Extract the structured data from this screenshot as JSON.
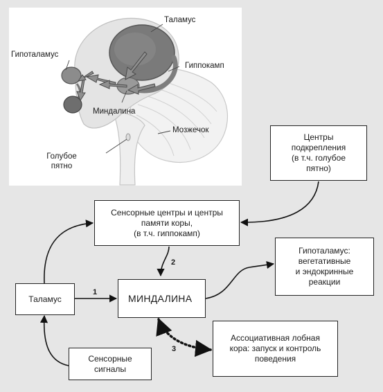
{
  "brain": {
    "labels": {
      "thalamus": "Таламус",
      "hypothalamus": "Гипоталамус",
      "hippocampus": "Гиппокамп",
      "amygdala": "Миндалина",
      "cerebellum": "Мозжечок",
      "locus_line1": "Голубое",
      "locus_line2": "пятно"
    }
  },
  "diagram": {
    "reinforcement": "Центры\nподкрепления\n(в т.ч. голубое\nпятно)",
    "sensory_cortex": "Сенсорные центры и центры\nпамяти коры,\n(в т.ч. гиппокамп)",
    "hypothalamus_out": "Гипоталамус:\nвегетативные\nи эндокринные\nреакции",
    "thalamus": "Таламус",
    "amygdala": "МИНДАЛИНА",
    "frontal": "Ассоциативная лобная\nкора: запуск и контроль\nповедения",
    "sensory_signals": "Сенсорные\nсигналы",
    "step1": "1",
    "step2": "2",
    "step3": "3"
  }
}
